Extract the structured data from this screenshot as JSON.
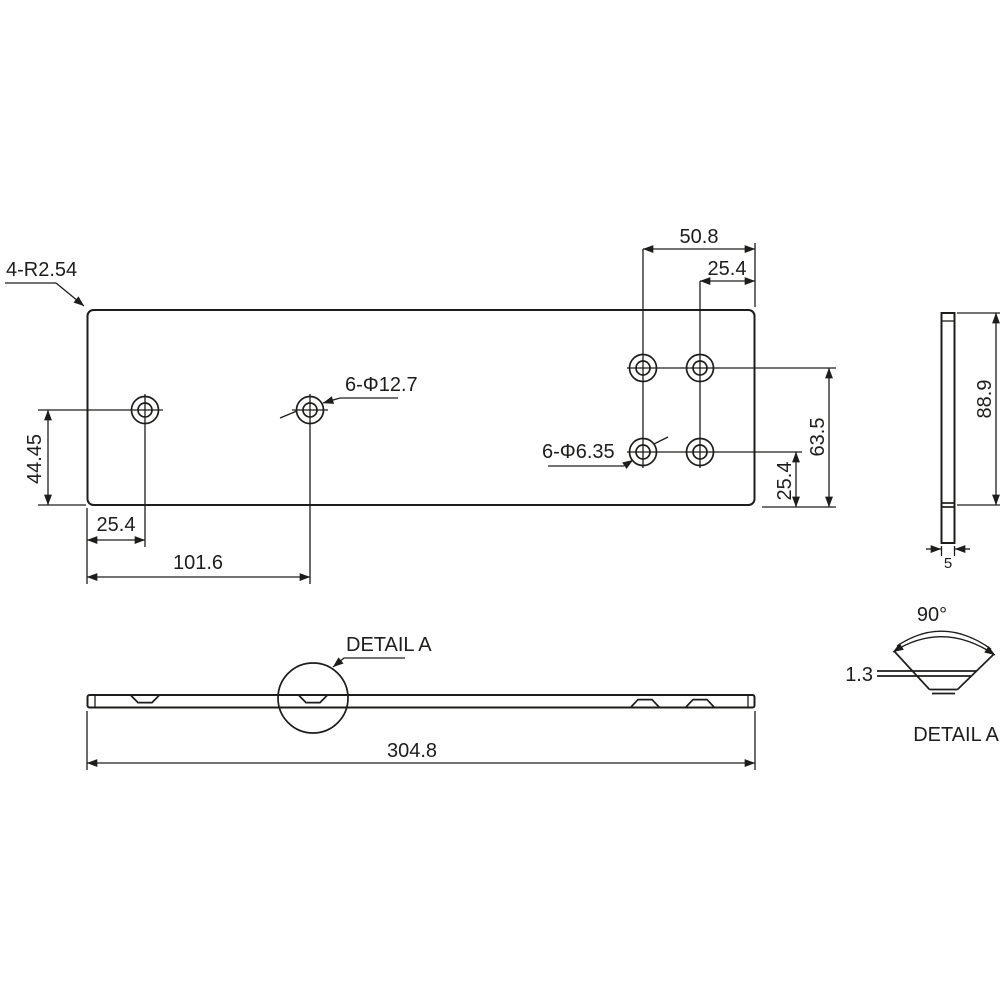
{
  "drawing": {
    "type": "engineering dimension drawing",
    "part": "rectangular plate with six countersunk holes, three views plus countersink detail",
    "colors": {
      "line": "#1d1d1b",
      "background": "#ffffff"
    },
    "labels": {
      "corner_radius_callout": "4-R2.54",
      "countersink_callout": "6-Φ12.7",
      "hole_callout": "6-Φ6.35",
      "detail_leader": "DETAIL A",
      "detail_title": "DETAIL A",
      "detail_angle": "90°",
      "detail_depth": "1.3"
    },
    "dimensions": {
      "plate_length": "304.8",
      "plate_width": "88.9",
      "plate_thickness": "5",
      "left_hole1_offset": "25.4",
      "left_hole2_offset": "101.6",
      "left_holes_height": "44.45",
      "right_group_width": "50.8",
      "right_col_offset": "25.4",
      "right_top_row_height": "63.5",
      "right_bottom_row_height": "25.4"
    }
  }
}
